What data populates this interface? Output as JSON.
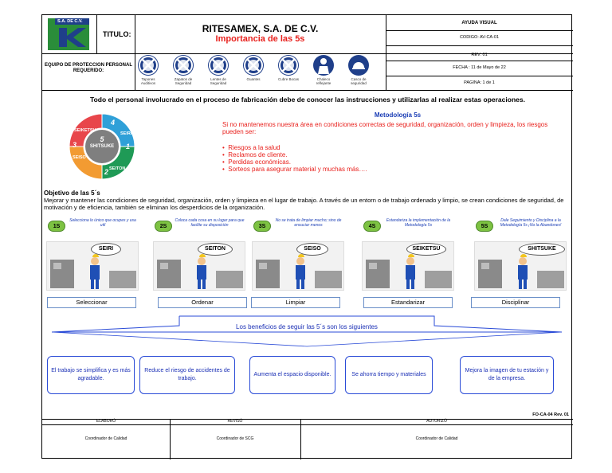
{
  "header": {
    "logo_text": "S.A. DE C.V.",
    "titulo_label": "TITULO:",
    "company": "RITESAMEX, S.A. DE C.V.",
    "doc_title": "Importancia de las 5s",
    "ayuda": "AYUDA VISUAL",
    "codigo": "CODIGO:  AV-CA-01",
    "rev": "REV: 01",
    "fecha": "FECHA :  11 de Mayo de 22",
    "pagina": "PAGINA:     1      de      1"
  },
  "ppe": {
    "label": "EQUIPO DE PROTECCION PERSONAL REQUERIDO:",
    "items": [
      {
        "name": "Tapones Auditivos",
        "required": false
      },
      {
        "name": "Zapatos de Seguridad",
        "required": false
      },
      {
        "name": "Lentes de Seguridad",
        "required": false
      },
      {
        "name": "Guantes",
        "required": false
      },
      {
        "name": "Cubre Bocas",
        "required": false
      },
      {
        "name": "Chaleco reflejante",
        "required": true
      },
      {
        "name": "Casco de seguridad",
        "required": true
      }
    ]
  },
  "intro": "Todo el personal involucrado en el proceso de fabricación debe de conocer las instrucciones y utilizarlas al realizar estas operaciones.",
  "cycle": {
    "center_num": "5",
    "center": "SHITSUKE",
    "items": [
      {
        "num": "4",
        "label": "SEIKETSU"
      },
      {
        "num": "1",
        "label": "SEIRI"
      },
      {
        "num": "2",
        "label": "SEITON"
      },
      {
        "num": "3",
        "label": "SEISO"
      }
    ]
  },
  "metodologia": {
    "title": "Metodología 5s",
    "text": "Si no mantenemos nuestra área en condiciones correctas de seguridad, organización, orden y limpieza, los riesgos pueden ser:",
    "risks": [
      "Riesgos a la salud",
      "Reclamos de cliente.",
      "Perdidas económicas.",
      "Sorteos para asegurar material y muchas más…."
    ]
  },
  "objetivo": {
    "title": "Objetivo de las 5´s",
    "text": "Mejorar y mantener las condiciones de seguridad, organización, orden y limpieza en el lugar de trabajo. A través de un entorn o de trabajo ordenado y limpio, se crean condiciones de seguridad, de motivación y de eficiencia, también se eliminan los desperdicios de la organización."
  },
  "steps": [
    {
      "num": "1S",
      "text": "Selecciona lo único que ocupes y usa util",
      "bubble": "SEIRI",
      "label": "Seleccionar"
    },
    {
      "num": "2S",
      "text": "Coloca cada cosa en su lugar para que facilite su disposición",
      "bubble": "SEITON",
      "label": "Ordenar"
    },
    {
      "num": "3S",
      "text": "No se trata de limpiar mucho; sino de ensuciar menos",
      "bubble": "SEISO",
      "label": "Limpiar"
    },
    {
      "num": "4S",
      "text": "Estandariza la implementación de la Metodología 5s",
      "bubble": "SEIKETSU",
      "label": "Estandarizar"
    },
    {
      "num": "5S",
      "text": "Dale Seguimiento y Disciplina a la Metodología 5s ¡No la Abandones!",
      "bubble": "SHITSUKE",
      "label": "Disciplinar"
    }
  ],
  "beneficios_title": "Los beneficios de seguir las 5´s son los siguientes",
  "benefits": [
    "El trabajo se simplifica y es más agradable.",
    "Reduce el riesgo de accidentes de trabajo.",
    "Aumenta el espacio disponible.",
    "Se ahorra tiempo y materiales",
    "Mejora la imagen de tu estación y de la empresa."
  ],
  "form_code": "FO-CA-04 Rev. 01",
  "footer": {
    "elaboro": "ELABORÓ",
    "reviso": "REVISÓ",
    "autorizo": "AUTORIZÓ",
    "elaboro_name": "Coordinador de Calidad",
    "reviso_name": "Coordinador de SCG",
    "autorizo_name": "Coordinador de Calidad"
  },
  "colors": {
    "red_text": "#e8201c",
    "blue_text": "#1a3db5",
    "cycle": [
      "#e8464b",
      "#2fa0d8",
      "#1f9a56",
      "#f29b32"
    ]
  }
}
